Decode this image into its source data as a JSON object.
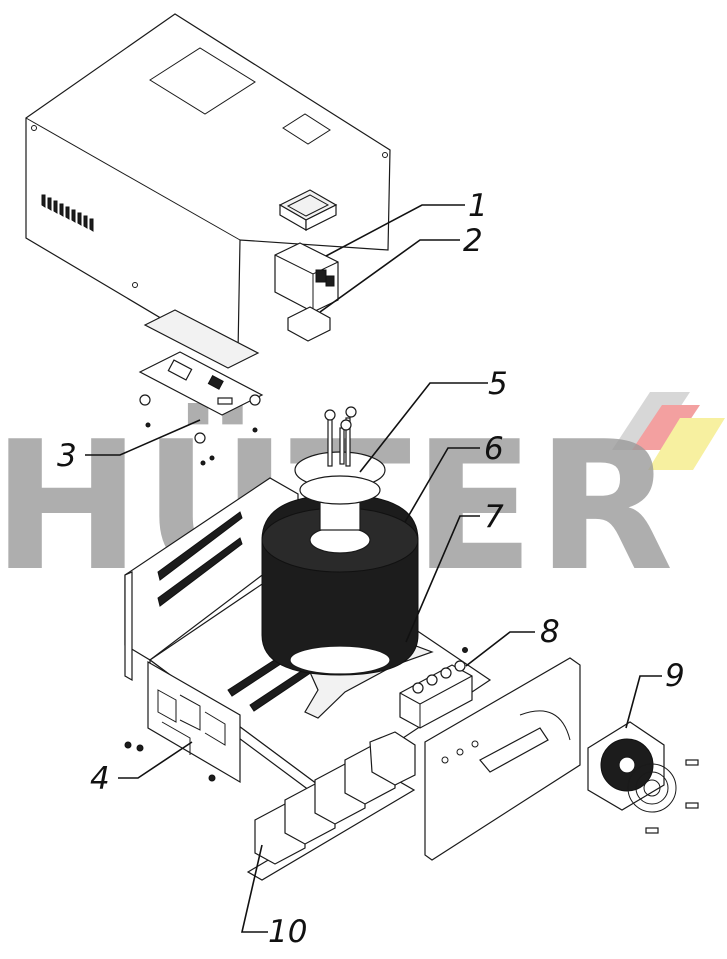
{
  "watermark": {
    "text": "HÜTER",
    "colors": {
      "text": "#9a9a9a",
      "stripe_red": "#f3a0a0",
      "stripe_yellow": "#f7f0a0"
    }
  },
  "callouts": [
    "1",
    "2",
    "3",
    "4",
    "5",
    "6",
    "7",
    "8",
    "9",
    "10"
  ]
}
